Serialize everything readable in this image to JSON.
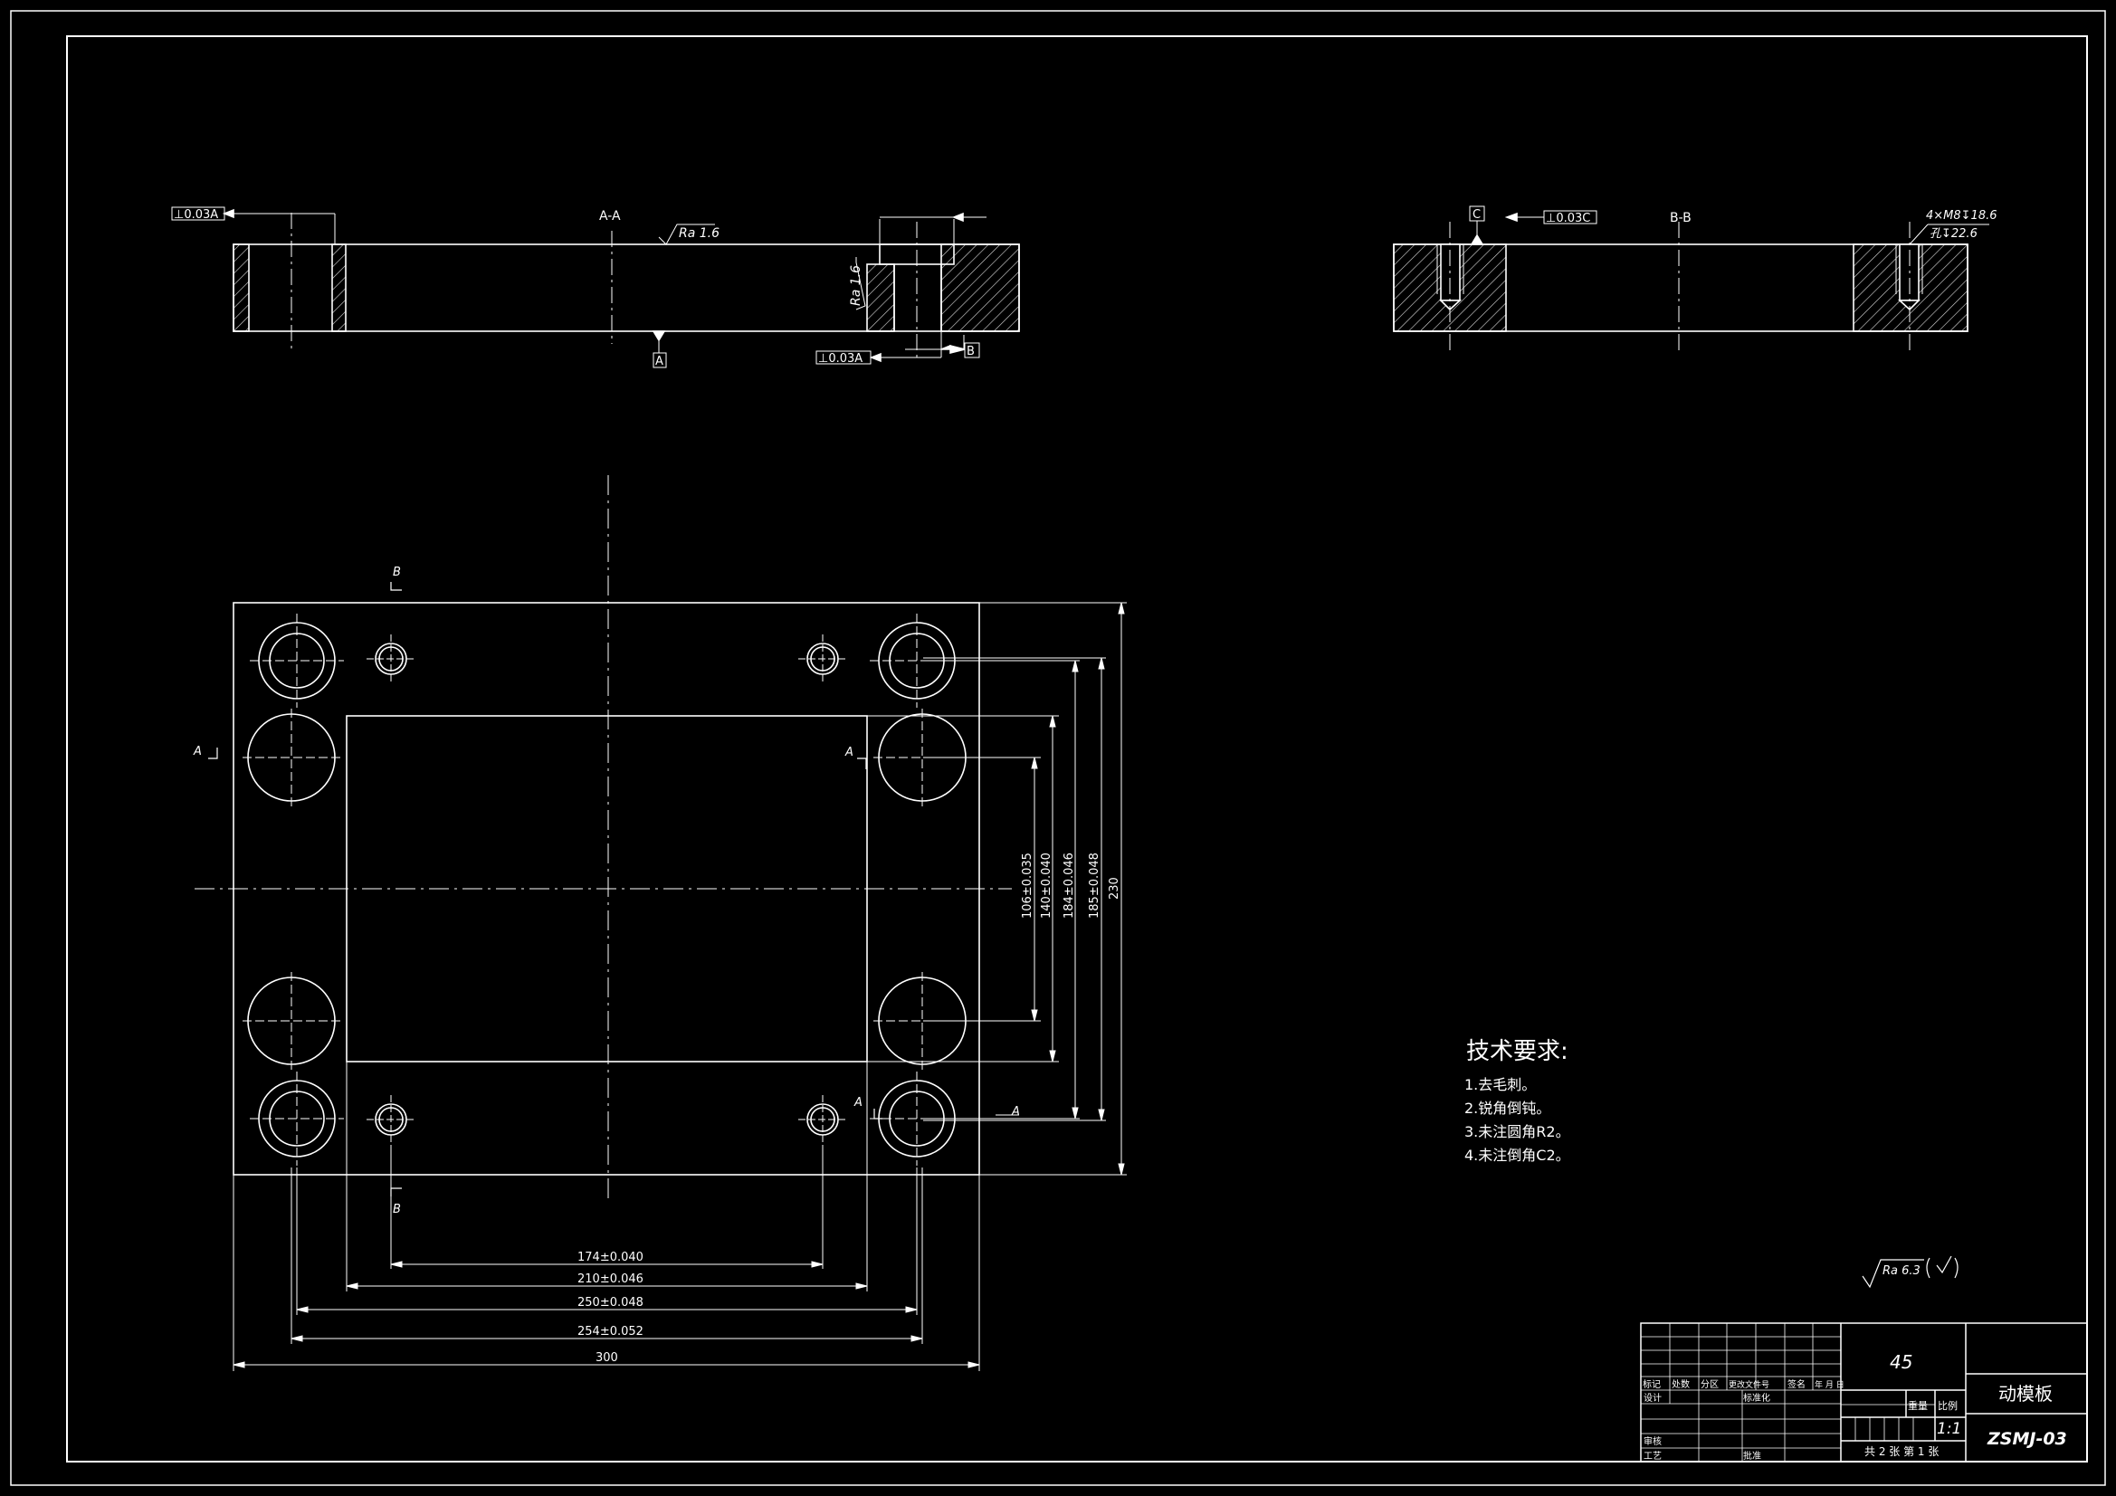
{
  "sections": {
    "aa": "A-A",
    "bb": "B-B",
    "marker_a": "A",
    "marker_b": "B",
    "datum_a": "A",
    "datum_b": "B",
    "datum_c": "C"
  },
  "surface": {
    "ra_top": "Ra 1.6",
    "ra_side": "Ra 1.6",
    "ra_general": "Ra 6.3"
  },
  "tolerances": {
    "top_left": "⊥0.03A",
    "bottom": "⊥0.03A",
    "bb_top": "⊥0.03C"
  },
  "thread_callout": {
    "line1": "4×M8↧18.6",
    "line2": "孔↧22.6"
  },
  "dimensions": {
    "h1": "174±0.040",
    "h2": "210±0.046",
    "h3": "250±0.048",
    "h4": "254±0.052",
    "h5": "300",
    "v1": "106±0.035",
    "v2": "140±0.040",
    "v3": "184±0.046",
    "v4": "185±0.048",
    "v5": "230"
  },
  "tech": {
    "title": "技术要求:",
    "items": [
      "1.去毛刺。",
      "2.锐角倒钝。",
      "3.未注圆角R2。",
      "4.未注倒角C2。"
    ]
  },
  "title_block": {
    "material": "45",
    "part_name": "动模板",
    "drawing_no": "ZSMJ-03",
    "scale": "1:1",
    "weight_label": "重量",
    "scale_label": "比例",
    "sheets": "共 2 张  第 1 张",
    "col_headers": [
      "标记",
      "处数",
      "分区",
      "更改文件号",
      "签名",
      "年 月 日"
    ],
    "design": "设计",
    "standardize": "标准化",
    "review": "审核",
    "process": "工艺",
    "approve": "批准"
  }
}
